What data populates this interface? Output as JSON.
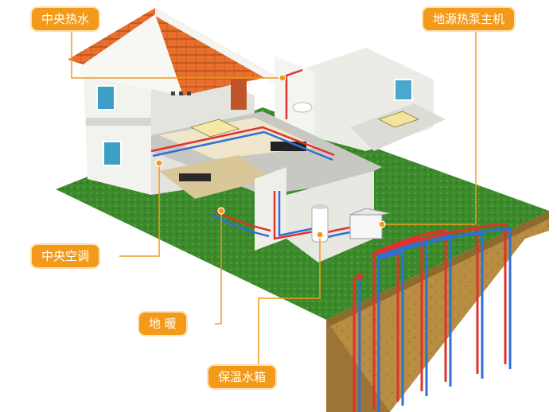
{
  "labels": {
    "central_hot_water": "中央热水",
    "ground_source_heat_pump": "地源热泵主机",
    "central_air_conditioning": "中央空调",
    "floor_heating": "地 暖",
    "insulated_water_tank": "保温水箱"
  },
  "colors": {
    "callout_bg": "#f39a1a",
    "leader_line": "#f39a1a",
    "pipe_hot": "#e0322b",
    "pipe_cold": "#2f6fd6",
    "lawn": "#3f8f2f",
    "soil": "#b48a3e",
    "roof": "#e36b2a"
  }
}
